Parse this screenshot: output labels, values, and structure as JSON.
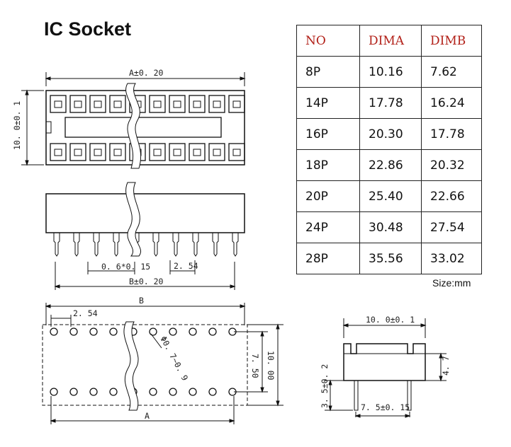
{
  "title": "IC Socket",
  "table": {
    "headers": [
      "NO",
      "DIMA",
      "DIMB"
    ],
    "rows": [
      [
        "8P",
        "10.16",
        "7.62"
      ],
      [
        "14P",
        "17.78",
        "16.24"
      ],
      [
        "16P",
        "20.30",
        "17.78"
      ],
      [
        "18P",
        "22.86",
        "20.32"
      ],
      [
        "20P",
        "25.40",
        "22.66"
      ],
      [
        "24P",
        "30.48",
        "27.54"
      ],
      [
        "28P",
        "35.56",
        "33.02"
      ]
    ]
  },
  "size_note": "Size:mm",
  "dims": {
    "a_tol": "A±0. 20",
    "height_tol": "10. 0±0. 1",
    "pin_width": "0. 6*0. 15",
    "pitch_small": "2. 54",
    "b_tol": "B±0. 20",
    "b": "B",
    "pitch_top": "2. 54",
    "hole_dia": "Φ0. 7~0. 9",
    "row_spacing": "7. 50",
    "body_width": "10. 00",
    "a": "A",
    "side_width": "10. 0±0. 1",
    "side_height": "4. 7",
    "pin_length": "3. 5±0. 2",
    "row_pitch": "7. 5±0. 15"
  }
}
